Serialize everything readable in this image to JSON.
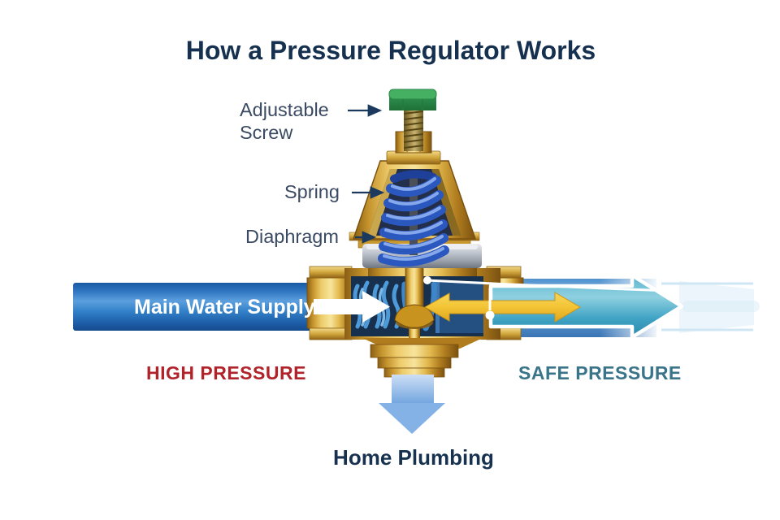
{
  "title": "How a Pressure Regulator Works",
  "labels": {
    "adjustable_screw_line1": "Adjustable",
    "adjustable_screw_line2": "Screw",
    "spring": "Spring",
    "diaphragm": "Diaphragm",
    "main_water_supply": "Main Water Supply",
    "high_pressure": "HIGH PRESSURE",
    "safe_pressure": "SAFE PRESSURE",
    "home_plumbing": "Home Plumbing"
  },
  "colors": {
    "title": "#16314F",
    "label": "#3A4A63",
    "callout": "#1B3A5E",
    "high_pressure": "#B0232B",
    "safe_pressure": "#3A7489",
    "home_plumbing": "#17324F",
    "supply_text": "#FFFFFF",
    "pipe_blue": "#2E77C2",
    "teal_arrow": "#3FA3C4",
    "yellow_arrow": "#F3C435",
    "brass": "#D9A836",
    "screw_green": "#2F9B4F",
    "spring_blue": "#2B58BE"
  }
}
